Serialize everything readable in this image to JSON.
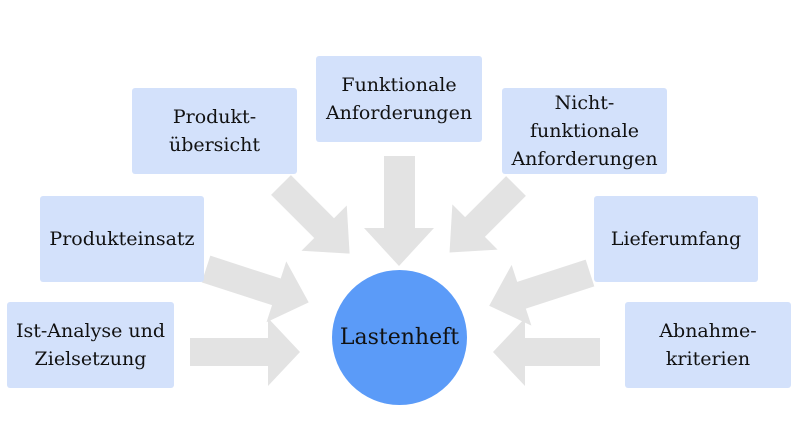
{
  "center": {
    "label": "Lastenheft"
  },
  "nodes": [
    {
      "id": "ist-analyse",
      "lines": [
        "Ist-Analyse und",
        "Zielsetzung"
      ]
    },
    {
      "id": "produkteinsatz",
      "lines": [
        "Produkteinsatz"
      ]
    },
    {
      "id": "produktuebersicht",
      "lines": [
        "Produkt-",
        "übersicht"
      ]
    },
    {
      "id": "funktionale",
      "lines": [
        "Funktionale",
        "Anforderungen"
      ]
    },
    {
      "id": "nichtfunktionale",
      "lines": [
        "Nicht-",
        "funktionale",
        "Anforderungen"
      ]
    },
    {
      "id": "lieferumfang",
      "lines": [
        "Lieferumfang"
      ]
    },
    {
      "id": "abnahme",
      "lines": [
        "Abnahme-",
        "kriterien"
      ]
    }
  ],
  "colors": {
    "box_fill": "#d3e1fb",
    "circle_fill": "#5b9bf8",
    "arrow_fill": "#e3e3e3",
    "text": "#111111"
  }
}
